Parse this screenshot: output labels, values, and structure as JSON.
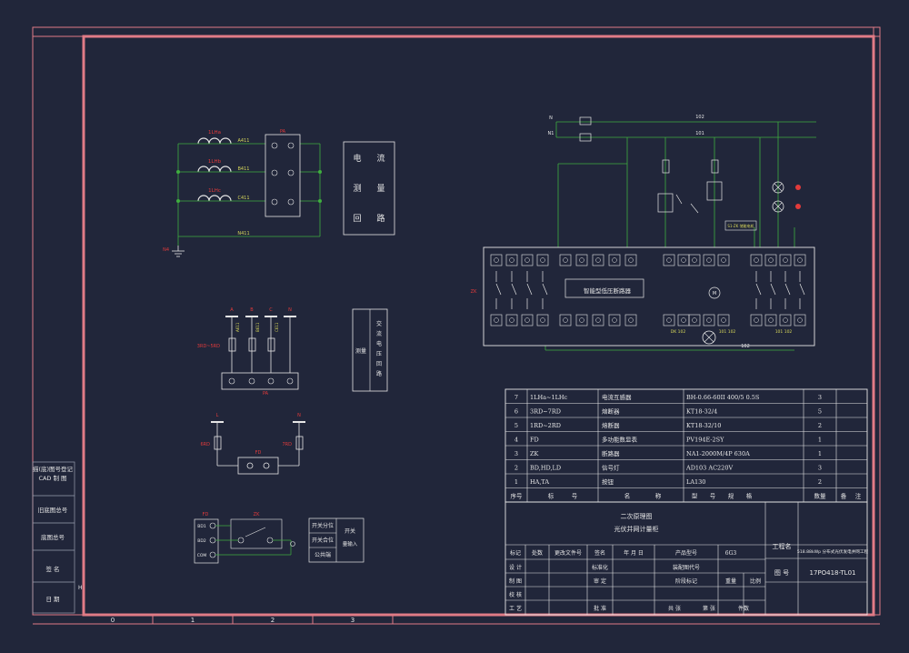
{
  "colors": {
    "background": "#21263a",
    "frame_pink": "#e07b86",
    "text_white": "#e6e6e6",
    "wire_green": "#3fae3f",
    "label_red": "#e23a3a",
    "label_yellow": "#d8d85a"
  },
  "current_circuit": {
    "ct_labels": [
      "1LHa",
      "1LHb",
      "1LHc"
    ],
    "wire_labels": [
      "A411",
      "B411",
      "C411",
      "N411"
    ],
    "terminal_block": "PA",
    "ground_label": "N4",
    "title_chars": [
      "电",
      "流",
      "测",
      "量",
      "回",
      "路"
    ]
  },
  "voltage_circuit": {
    "phase_labels": [
      "A",
      "B",
      "C",
      "N"
    ],
    "fuse_group_label": "3RD~5RD",
    "fuse_labels": [
      "A611",
      "B611",
      "C611"
    ],
    "terminal_block": "PA",
    "meter_label": "测量",
    "title_chars": [
      "交",
      "流",
      "电",
      "压",
      "回",
      "路"
    ]
  },
  "power_circuit": {
    "phase_labels": [
      "L",
      "N"
    ],
    "fuse_labels": [
      "6RD",
      "7RD"
    ],
    "terminal_block": "FD"
  },
  "switch_circuit": {
    "left_labels": [
      "BD1",
      "BD2",
      "COM"
    ],
    "switch_label": "ZK",
    "legend": [
      "开关分位",
      "开关合位",
      "公共端"
    ],
    "legend_side": [
      "开关",
      "量输入"
    ]
  },
  "meter_panel": {
    "busbar_labels": [
      "N",
      "N1"
    ],
    "wire_labels": [
      "102",
      "101",
      "102"
    ],
    "device_label": "智能型低压断路器",
    "side_label": "ZK",
    "lamp_caption": "S1-ZK 储能电机",
    "terminal_groups": [
      "DK 102",
      "101 102",
      "101 102"
    ]
  },
  "components_table": {
    "rows": [
      {
        "seq": "7",
        "mark": "1LHa~1LHc",
        "name": "电流互感器",
        "model": "BH-0.66-60II 400/5 0.5S",
        "qty": "3"
      },
      {
        "seq": "6",
        "mark": "3RD~7RD",
        "name": "熔断器",
        "model": "KT18-32/4",
        "qty": "5"
      },
      {
        "seq": "5",
        "mark": "1RD~2RD",
        "name": "熔断器",
        "model": "KT18-32/10",
        "qty": "2"
      },
      {
        "seq": "4",
        "mark": "FD",
        "name": "多功能数显表",
        "model": "PV194E-2SY",
        "qty": "1"
      },
      {
        "seq": "3",
        "mark": "ZK",
        "name": "断路器",
        "model": "NA1-2000M/4P 630A",
        "qty": "1"
      },
      {
        "seq": "2",
        "mark": "BD,HD,LD",
        "name": "信号灯",
        "model": "AD103 AC220V",
        "qty": "3"
      },
      {
        "seq": "1",
        "mark": "HA,TA",
        "name": "按钮",
        "model": "LA130",
        "qty": "2"
      }
    ],
    "header": [
      "序号",
      "标",
      "号",
      "名",
      "称",
      "型",
      "号",
      "规",
      "格",
      "数量",
      "备",
      "注"
    ]
  },
  "title_block": {
    "drawing_title": "二次原理图",
    "drawing_subtitle": "光伏并网计量柜",
    "project_label": "工程名",
    "project_name": "518.88kWp 分布式光伏发电并网工程",
    "drawing_no_label": "图 号",
    "drawing_no": "17PO418-TL01",
    "rev_header": [
      "标记",
      "处数",
      "更改文件号",
      "签名",
      "年 月 日",
      "产品型号",
      "6G3"
    ],
    "rows_left": [
      "设 计",
      "制 图",
      "校 核",
      "工 艺"
    ],
    "col_mid": [
      "标准化",
      "审 定",
      "批 准"
    ],
    "col_right": [
      "装配图代号",
      "阶段标记",
      "共 张",
      "第 张",
      "件数"
    ],
    "col_far": [
      "重量",
      "比例"
    ]
  },
  "left_strip": [
    "描(底)图号登记",
    "CAD 制 图",
    "旧底图总号",
    "底图总号",
    "签 名",
    "日 期"
  ],
  "bottom_ruler": [
    "0",
    "1",
    "2",
    "3"
  ],
  "side_marks": [
    "H"
  ]
}
